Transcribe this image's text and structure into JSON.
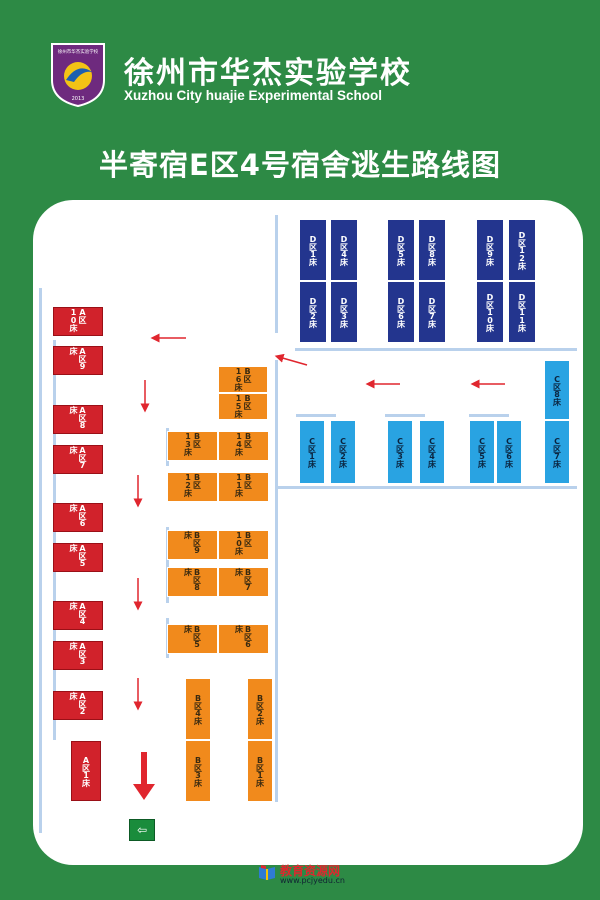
{
  "header": {
    "school_name_cn": "徐州市华杰实验学校",
    "school_name_en": "Xuzhou City huajie Experimental School",
    "logo_text_top": "徐州市华杰实验学校",
    "logo_year": "2013"
  },
  "title": "半寄宿E区4号宿舍逃生路线图",
  "zones": {
    "A": {
      "color": "#d1222b",
      "beds": [
        "A区1床",
        "A区2床",
        "A区3床",
        "A区4床",
        "A区5床",
        "A区6床",
        "A区7床",
        "A区8床",
        "A区9床",
        "A区10床"
      ]
    },
    "B": {
      "color": "#f18a1c",
      "beds": [
        "B区1床",
        "B区2床",
        "B区3床",
        "B区4床",
        "B区5床",
        "B区6床",
        "B区7床",
        "B区8床",
        "B区9床",
        "B区10床",
        "B区11床",
        "B区12床",
        "B区13床",
        "B区14床",
        "B区15床",
        "B区16床"
      ]
    },
    "C": {
      "color": "#29a3e2",
      "beds": [
        "C区1床",
        "C区2床",
        "C区3床",
        "C区4床",
        "C区5床",
        "C区6床",
        "C区7床",
        "C区8床"
      ]
    },
    "D": {
      "color": "#23358e",
      "beds": [
        "D区1床",
        "D区2床",
        "D区3床",
        "D区4床",
        "D区5床",
        "D区6床",
        "D区7床",
        "D区8床",
        "D区9床",
        "D区10床",
        "D区11床",
        "D区12床"
      ]
    }
  },
  "exit_icon": "emergency-exit-icon",
  "arrow_color": "#e0262e",
  "watermark": {
    "name": "教育资源网",
    "url": "www.pcjyedu.cn"
  }
}
